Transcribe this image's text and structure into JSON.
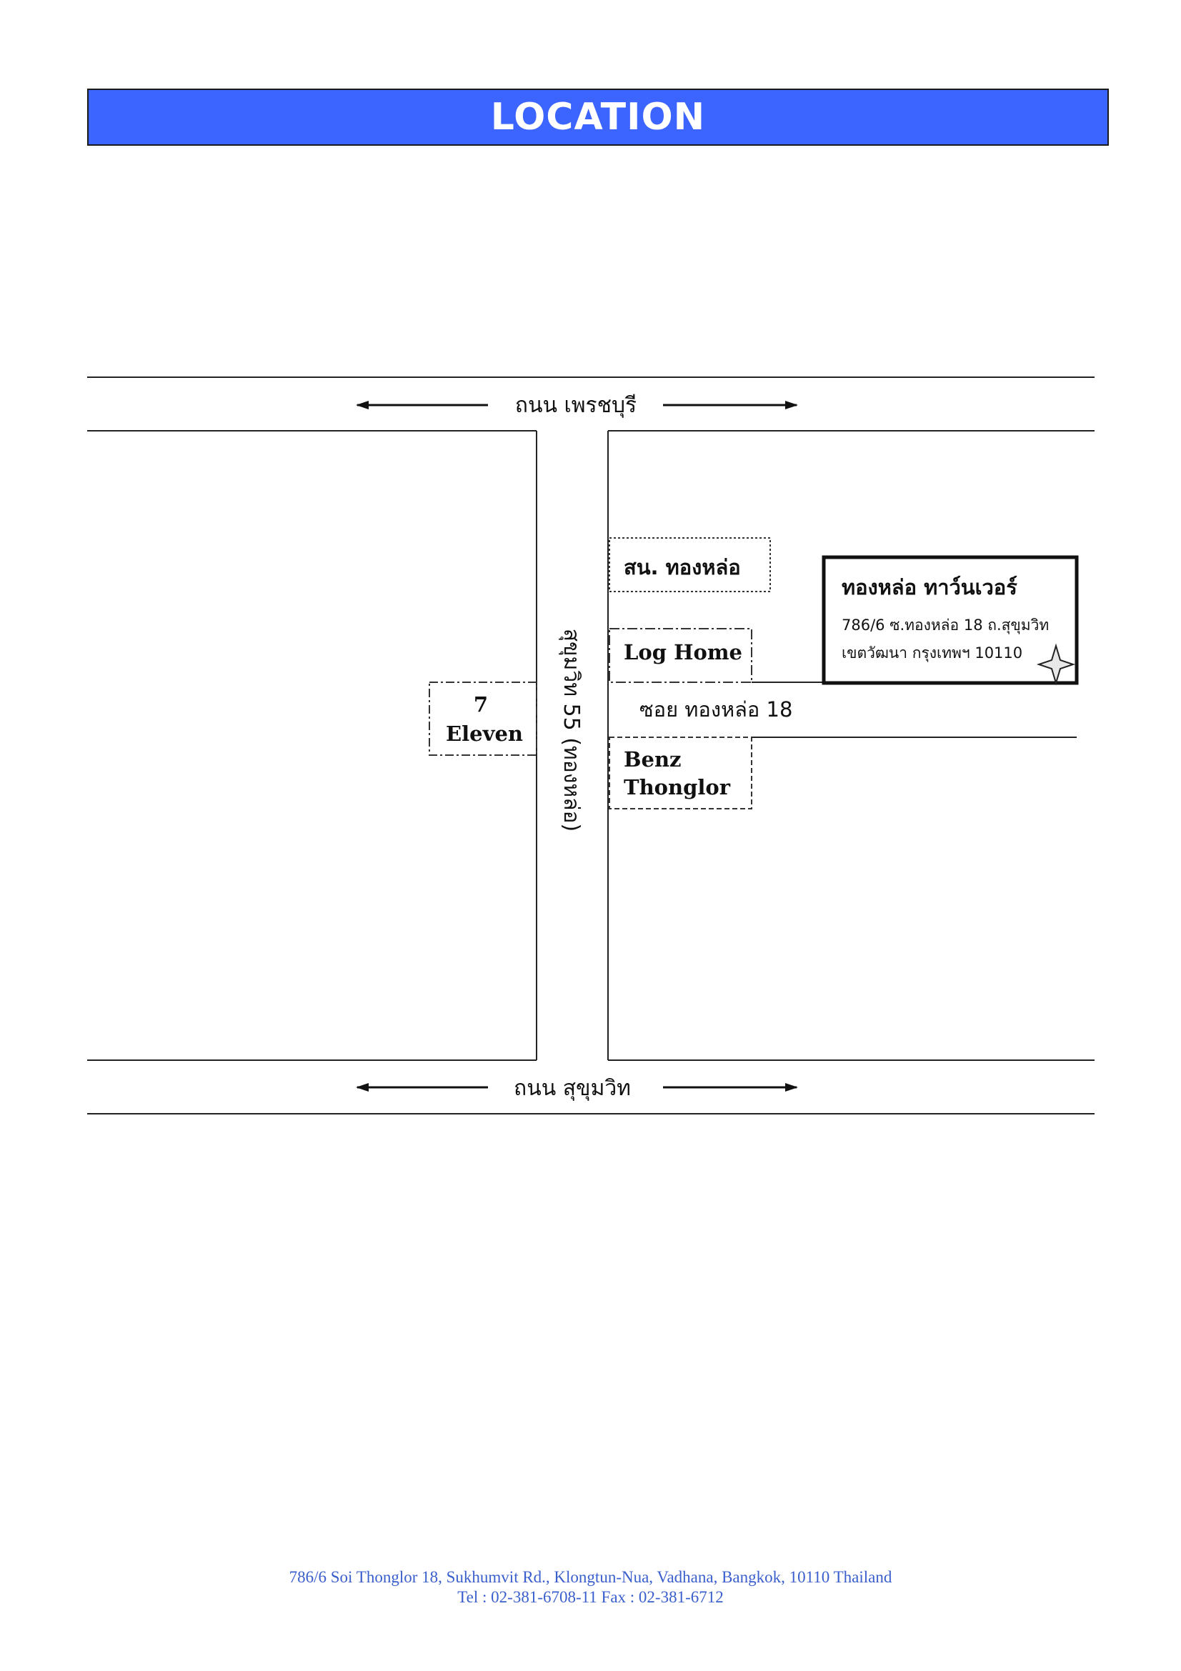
{
  "header": {
    "title": "LOCATION"
  },
  "map": {
    "road_top": "ถนน เพรชบุรี",
    "road_bottom": "ถนน สุขุมวิท",
    "road_vertical": "สุขุมวิท 55 (ทองหล่อ)",
    "soi_label": "ซอย ทองหล่อ 18",
    "landmarks": {
      "police_station": "สน. ทองหล่อ",
      "log_home": "Log Home",
      "seven_eleven_line1": "7",
      "seven_eleven_line2": "Eleven",
      "benz_line1": "Benz",
      "benz_line2": "Thonglor"
    },
    "building": {
      "name": "ทองหล่อ ทาว์นเวอร์",
      "address_line1": "786/6 ซ.ทองหล่อ 18 ถ.สุขุมวิท",
      "address_line2": "เขตวัฒนา กรุงเทพฯ 10110",
      "marker_icon": "star-icon"
    }
  },
  "footer": {
    "address": "786/6 Soi Thonglor 18, Sukhumvit Rd., Klongtun-Nua, Vadhana, Bangkok, 10110 Thailand",
    "contact": "Tel : 02-381-6708-11 Fax : 02-381-6712"
  },
  "colors": {
    "banner": "#3c64ff",
    "footer_text": "#3a5fcd"
  }
}
